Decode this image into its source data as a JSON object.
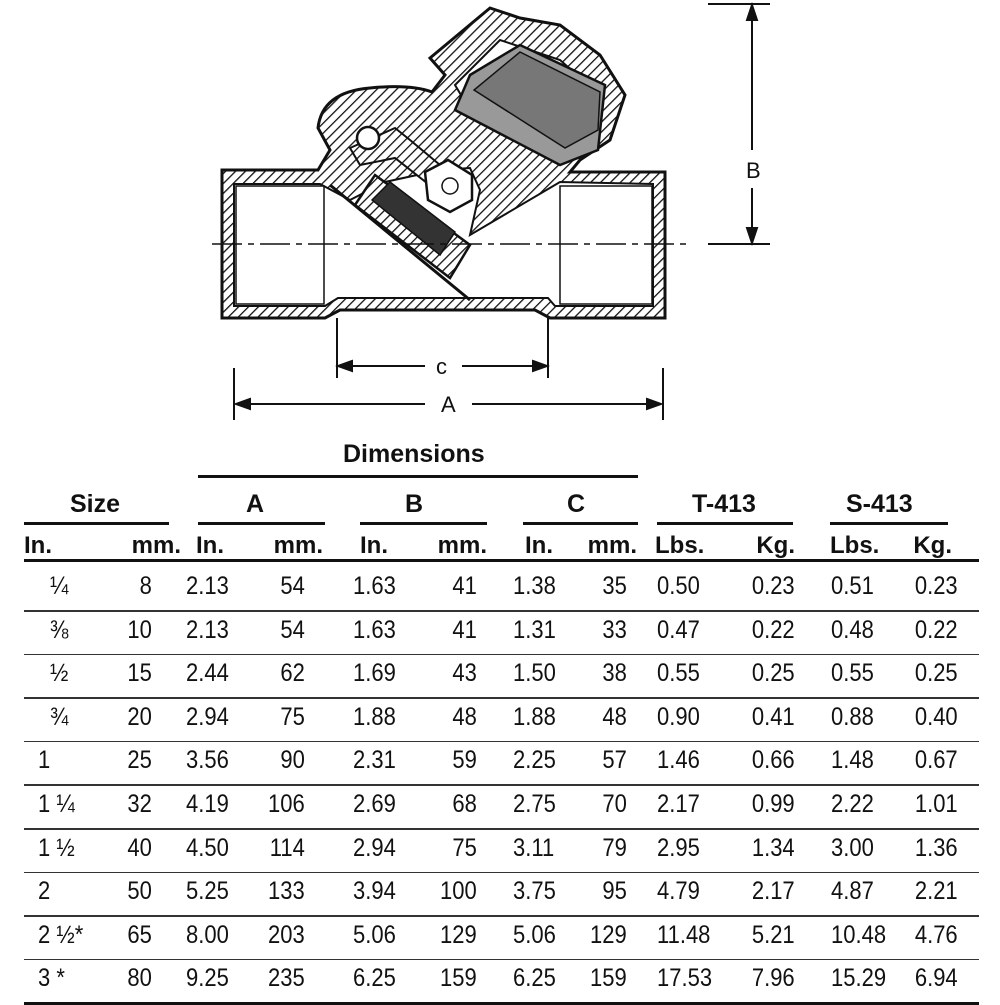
{
  "diagram": {
    "label_b": "B",
    "label_c": "c",
    "label_a": "A"
  },
  "table": {
    "group_header": "Dimensions",
    "col_groups": {
      "size": "Size",
      "a": "A",
      "b": "B",
      "c": "C",
      "t413": "T-413",
      "s413": "S-413"
    },
    "sub_headers": [
      "In.",
      "mm.",
      "In.",
      "mm.",
      "In.",
      "mm.",
      "In.",
      "mm.",
      "Lbs.",
      "Kg.",
      "Lbs.",
      "Kg."
    ],
    "rows": [
      [
        "¼",
        "8",
        "2.13",
        "54",
        "1.63",
        "41",
        "1.38",
        "35",
        "0.50",
        "0.23",
        "0.51",
        "0.23"
      ],
      [
        "⅜",
        "10",
        "2.13",
        "54",
        "1.63",
        "41",
        "1.31",
        "33",
        "0.47",
        "0.22",
        "0.48",
        "0.22"
      ],
      [
        "½",
        "15",
        "2.44",
        "62",
        "1.69",
        "43",
        "1.50",
        "38",
        "0.55",
        "0.25",
        "0.55",
        "0.25"
      ],
      [
        "¾",
        "20",
        "2.94",
        "75",
        "1.88",
        "48",
        "1.88",
        "48",
        "0.90",
        "0.41",
        "0.88",
        "0.40"
      ],
      [
        "1",
        "25",
        "3.56",
        "90",
        "2.31",
        "59",
        "2.25",
        "57",
        "1.46",
        "0.66",
        "1.48",
        "0.67"
      ],
      [
        "1 ¼",
        "32",
        "4.19",
        "106",
        "2.69",
        "68",
        "2.75",
        "70",
        "2.17",
        "0.99",
        "2.22",
        "1.01"
      ],
      [
        "1 ½",
        "40",
        "4.50",
        "114",
        "2.94",
        "75",
        "3.11",
        "79",
        "2.95",
        "1.34",
        "3.00",
        "1.36"
      ],
      [
        "2",
        "50",
        "5.25",
        "133",
        "3.94",
        "100",
        "3.75",
        "95",
        "4.79",
        "2.17",
        "4.87",
        "2.21"
      ],
      [
        "2 ½*",
        "65",
        "8.00",
        "203",
        "5.06",
        "129",
        "5.06",
        "129",
        "11.48",
        "5.21",
        "10.48",
        "4.76"
      ],
      [
        "3 *",
        "80",
        "9.25",
        "235",
        "6.25",
        "159",
        "6.25",
        "159",
        "17.53",
        "7.96",
        "15.29",
        "6.94"
      ]
    ]
  }
}
